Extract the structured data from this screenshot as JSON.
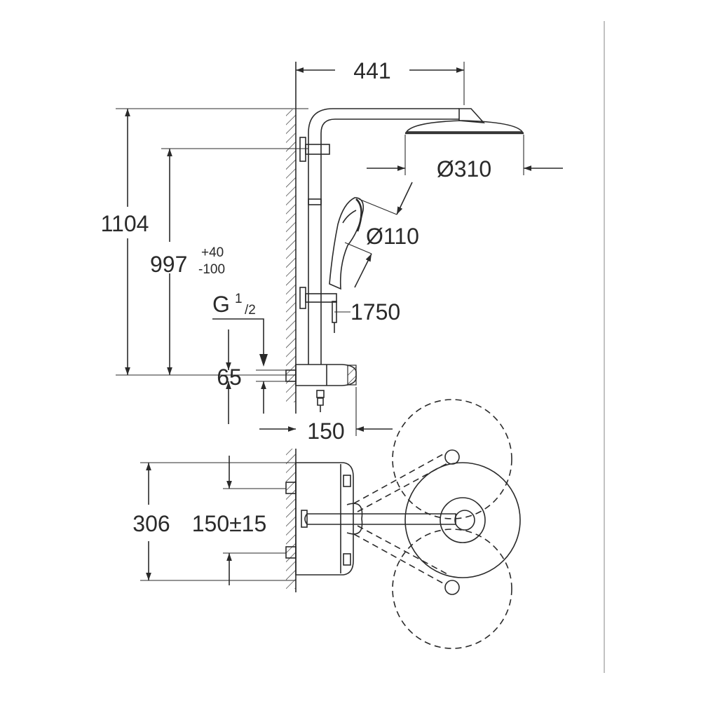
{
  "dimensions": {
    "width_441": "441",
    "diameter_310": "Ø310",
    "diameter_110": "Ø110",
    "height_1104": "1104",
    "height_997": "997",
    "tol_plus": "+40",
    "tol_minus": "-100",
    "thread_g": "G",
    "thread_num": "1",
    "thread_den": "/2",
    "hose_1750": "1750",
    "offset_65": "65",
    "depth_150": "150",
    "width_306": "306",
    "spacing_150": "150±15"
  }
}
